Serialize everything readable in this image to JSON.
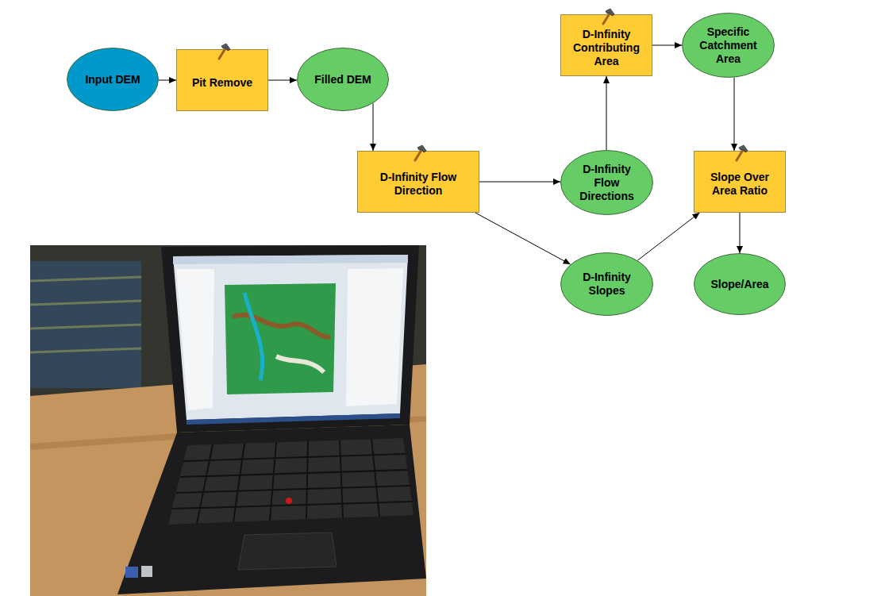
{
  "diagram": {
    "nodes": [
      {
        "text": [
          "Input DEM"
        ]
      },
      {
        "text": [
          "Pit Remove"
        ]
      },
      {
        "text": [
          "Filled DEM"
        ]
      },
      {
        "text": [
          "D-Infinity Contributing Area"
        ]
      },
      {
        "text": [
          "Specific Catchment Area"
        ]
      },
      {
        "text": [
          "D-Infinity Flow Direction"
        ]
      },
      {
        "text": [
          "D-Infinity Flow Directions"
        ]
      },
      {
        "text": [
          "Slope Over Area Ratio"
        ]
      },
      {
        "text": [
          "D-Infinity Slopes"
        ]
      },
      {
        "text": [
          "Slope/Area"
        ]
      }
    ],
    "edges": [
      {
        "from": 0,
        "to": 1,
        "arrow": "to"
      },
      {
        "from": 1,
        "to": 2,
        "arrow": "to"
      },
      {
        "from": 2,
        "to": 5,
        "arrow": "to"
      },
      {
        "from": 5,
        "to": 6,
        "arrow": "to"
      },
      {
        "from": 6,
        "to": 3,
        "arrow": "to"
      },
      {
        "from": 3,
        "to": 4,
        "arrow": "to"
      },
      {
        "from": 4,
        "to": 7,
        "arrow": "to"
      },
      {
        "from": 5,
        "to": 8,
        "arrow": "to"
      },
      {
        "from": 8,
        "to": 7,
        "arrow": "to"
      },
      {
        "from": 7,
        "to": 9,
        "arrow": "to"
      }
    ]
  }
}
